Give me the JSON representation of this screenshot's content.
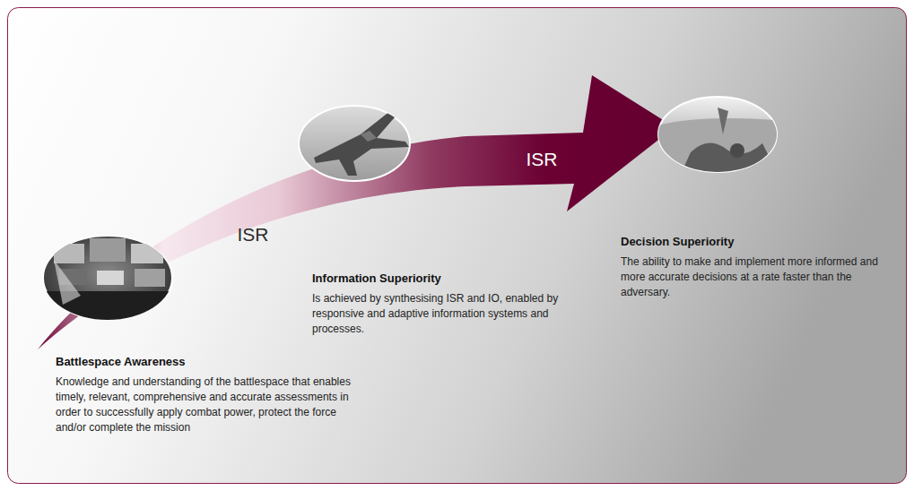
{
  "diagram": {
    "nodes": [
      {
        "text": [
          "Battlespace Awareness",
          "Knowledge and understanding of the battlespace that enables timely, relevant, comprehensive and accurate assessments in order to successfully apply combat power, protect the force and/or complete the mission"
        ]
      },
      {
        "text": [
          "Information Superiority",
          "Is achieved by synthesising ISR and IO, enabled by responsive and adaptive information systems and processes."
        ]
      },
      {
        "text": [
          "Decision Superiority",
          "The ability to make and implement more informed and more accurate decisions at a rate faster than the adversary."
        ]
      }
    ],
    "labels": [
      "ISR",
      "ISR"
    ]
  }
}
